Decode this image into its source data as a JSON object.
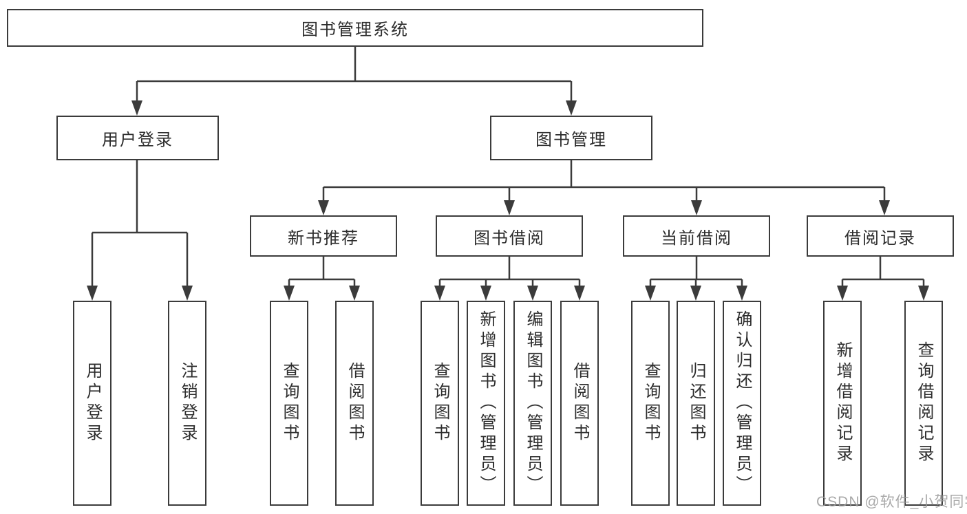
{
  "diagram": {
    "root": {
      "label": "图书管理系统"
    },
    "user_login": {
      "label": "用户登录",
      "children": [
        {
          "label": "用户登录"
        },
        {
          "label": "注销登录"
        }
      ]
    },
    "book_management": {
      "label": "图书管理",
      "sections": [
        {
          "label": "新书推荐",
          "children": [
            {
              "label": "查询图书"
            },
            {
              "label": "借阅图书"
            }
          ]
        },
        {
          "label": "图书借阅",
          "children": [
            {
              "label": "查询图书"
            },
            {
              "label": "新增图书（管理员）"
            },
            {
              "label": "编辑图书（管理员）"
            },
            {
              "label": "借阅图书"
            }
          ]
        },
        {
          "label": "当前借阅",
          "children": [
            {
              "label": "查询图书"
            },
            {
              "label": "归还图书"
            },
            {
              "label": "确认归还（管理员）"
            }
          ]
        },
        {
          "label": "借阅记录",
          "children": [
            {
              "label": "新增借阅记录"
            },
            {
              "label": "查询借阅记录"
            }
          ]
        }
      ]
    },
    "watermark": "CSDN @软件_小贺同学"
  },
  "colors": {
    "line": "#3b3b3b",
    "text": "#2d2d2d",
    "watermark": "#9a9a9a",
    "background": "#ffffff"
  }
}
